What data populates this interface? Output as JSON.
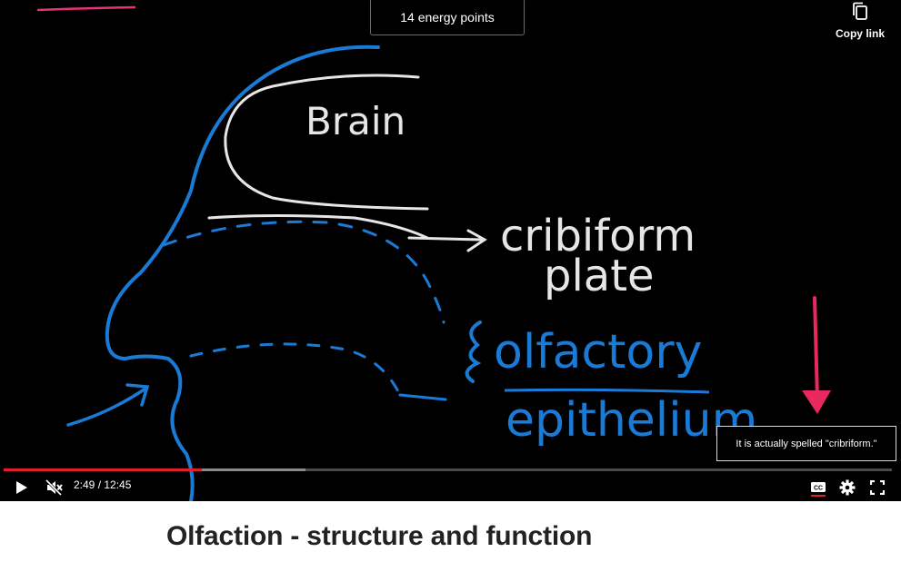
{
  "energy": {
    "label": "14 energy points"
  },
  "copy_link": {
    "label": "Copy link",
    "icon": "copy-icon"
  },
  "whiteboard": {
    "brain_label": "Brain",
    "cribriform_line1": "cribiform",
    "cribriform_line2": "plate",
    "olfactory_line1": "olfactory",
    "olfactory_line2": "epithelium"
  },
  "tooltip": {
    "text": "It is actually spelled \"cribriform.\""
  },
  "player": {
    "current_time": "2:49",
    "duration": "12:45",
    "time_display": "2:49 / 12:45",
    "progress_fraction": 0.223,
    "buffered_fraction": 0.34,
    "progress_color": "#e1202c",
    "icons": [
      "play-icon",
      "mute-icon",
      "captions-icon",
      "settings-icon",
      "fullscreen-icon"
    ]
  },
  "video": {
    "title": "Olfaction - structure and function"
  }
}
